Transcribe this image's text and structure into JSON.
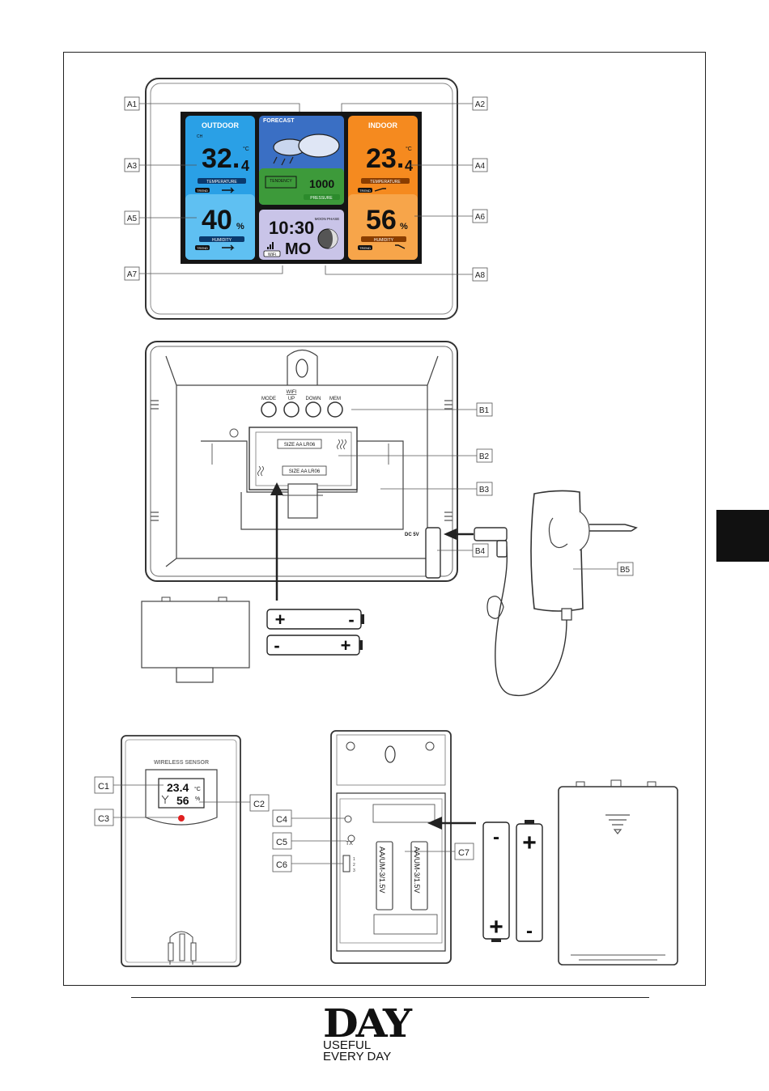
{
  "labels": {
    "A1": "A1",
    "A2": "A2",
    "A3": "A3",
    "A4": "A4",
    "A5": "A5",
    "A6": "A6",
    "A7": "A7",
    "A8": "A8",
    "B1": "B1",
    "B2": "B2",
    "B3": "B3",
    "B4": "B4",
    "B5": "B5",
    "C1": "C1",
    "C2": "C2",
    "C3": "C3",
    "C4": "C4",
    "C5": "C5",
    "C6": "C6",
    "C7": "C7"
  },
  "display": {
    "outdoor_title": "OUTDOOR",
    "outdoor_ch": "CH",
    "outdoor_temp": "32.",
    "outdoor_temp_dec": "4",
    "outdoor_temp_unit": "°C",
    "temperature_label": "TEMPERATURE",
    "trend": "TREND",
    "outdoor_humidity": "40",
    "humidity_unit": "%",
    "humidity_label": "HUMIDITY",
    "forecast_title": "FORECAST",
    "tendency": "TENDENCY",
    "pressure_value": "1000",
    "pressure_label": "PRESSURE",
    "indoor_title": "INDOOR",
    "indoor_temp": "23.",
    "indoor_temp_dec": "4",
    "indoor_temp_unit": "°C",
    "indoor_humidity": "56",
    "time": "10:30",
    "day": "MO",
    "moon_phase": "MOON PHASE",
    "wifi_badge": "WiFi"
  },
  "colors": {
    "outdoor": "#2aa0e6",
    "forecast_sky": "#3a6fc4",
    "forecast_grass": "#3d9a3a",
    "indoor": "#f58a1f",
    "clock": "#c9c4e8"
  },
  "buttons": {
    "mode": "MODE",
    "wifi_up_top": "WIFI",
    "wifi_up_bottom": "UP",
    "down": "DOWN",
    "mem": "MEM"
  },
  "battery": {
    "size_label_1": "SIZE AA LR06",
    "size_label_2": "SIZE AA LR06",
    "plus": "+",
    "minus": "-"
  },
  "power": {
    "dc": "DC 5V"
  },
  "sensor": {
    "title": "WIRELESS SENSOR",
    "temp": "23.4",
    "temp_unit": "°C",
    "hum": "56",
    "hum_unit": "%",
    "tx": "TX",
    "cell_1": "AA/UM-3/1.5V",
    "cell_2": "AA/UM-3/1.5V",
    "switch_1": "1",
    "switch_2": "2",
    "switch_3": "3"
  },
  "logo": {
    "mark": "DAY",
    "line1": "USEFUL",
    "line2": "EVERY DAY"
  }
}
